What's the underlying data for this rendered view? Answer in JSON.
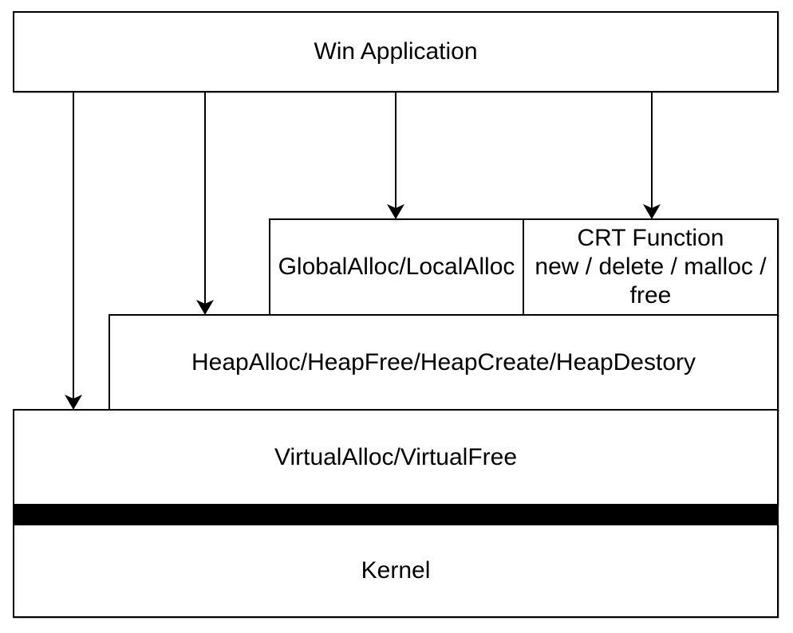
{
  "diagram": {
    "boxes": {
      "win_application": {
        "label": "Win Application"
      },
      "global_local_alloc": {
        "label": "GlobalAlloc/LocalAlloc"
      },
      "crt_function": {
        "title": "CRT Function",
        "functions": "new / delete / malloc / free"
      },
      "heap_functions": {
        "label": "HeapAlloc/HeapFree/HeapCreate/HeapDestory"
      },
      "virtual_functions": {
        "label": "VirtualAlloc/VirtualFree"
      },
      "kernel": {
        "label": "Kernel"
      }
    },
    "colors": {
      "ink": "#000000",
      "background": "#ffffff"
    }
  }
}
